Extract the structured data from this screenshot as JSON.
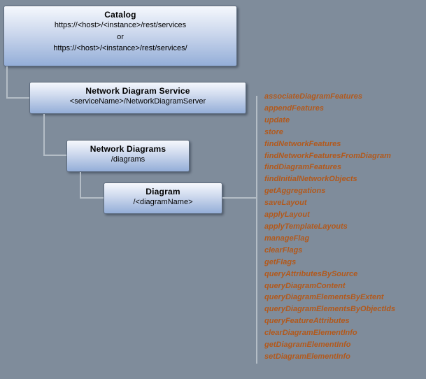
{
  "diagram": {
    "catalog": {
      "title": "Catalog",
      "lines": [
        "https://<host>/<instance>/rest/services",
        "or",
        "https://<host>/<instance>/rest/services/"
      ]
    },
    "service": {
      "title": "Network Diagram Service",
      "subtitle": "<serviceName>/NetworkDiagramServer"
    },
    "diagrams": {
      "title": "Network Diagrams",
      "subtitle": "/diagrams"
    },
    "diagram_node": {
      "title": "Diagram",
      "subtitle": "/<diagramName>"
    },
    "operations": [
      "associateDiagramFeatures",
      "appendFeatures",
      "update",
      "store",
      "findNetworkFeatures",
      "findNetworkFeaturesFromDiagram",
      "findDiagramFeatures",
      "findInitialNetworkObjects",
      "getAggregations",
      "saveLayout",
      "applyLayout",
      "applyTemplateLayouts",
      "manageFlag",
      "clearFlags",
      "getFlags",
      "queryAttributesBySource",
      "queryDiagramContent",
      "queryDiagramElementsByExtent",
      "queryDiagramElementsByObjectIds",
      "queryFeatureAttributes",
      "clearDiagramElementInfo",
      "getDiagramElementInfo",
      "setDiagramElementInfo"
    ]
  },
  "colors": {
    "background": "#7f8c9b",
    "box_border": "#5c6b7e",
    "box_gradient_top": "#f5f8fd",
    "box_gradient_bottom": "#94aed8",
    "connector": "#b4bdc6",
    "operation_text": "#b2591c",
    "box_text": "#000000"
  }
}
